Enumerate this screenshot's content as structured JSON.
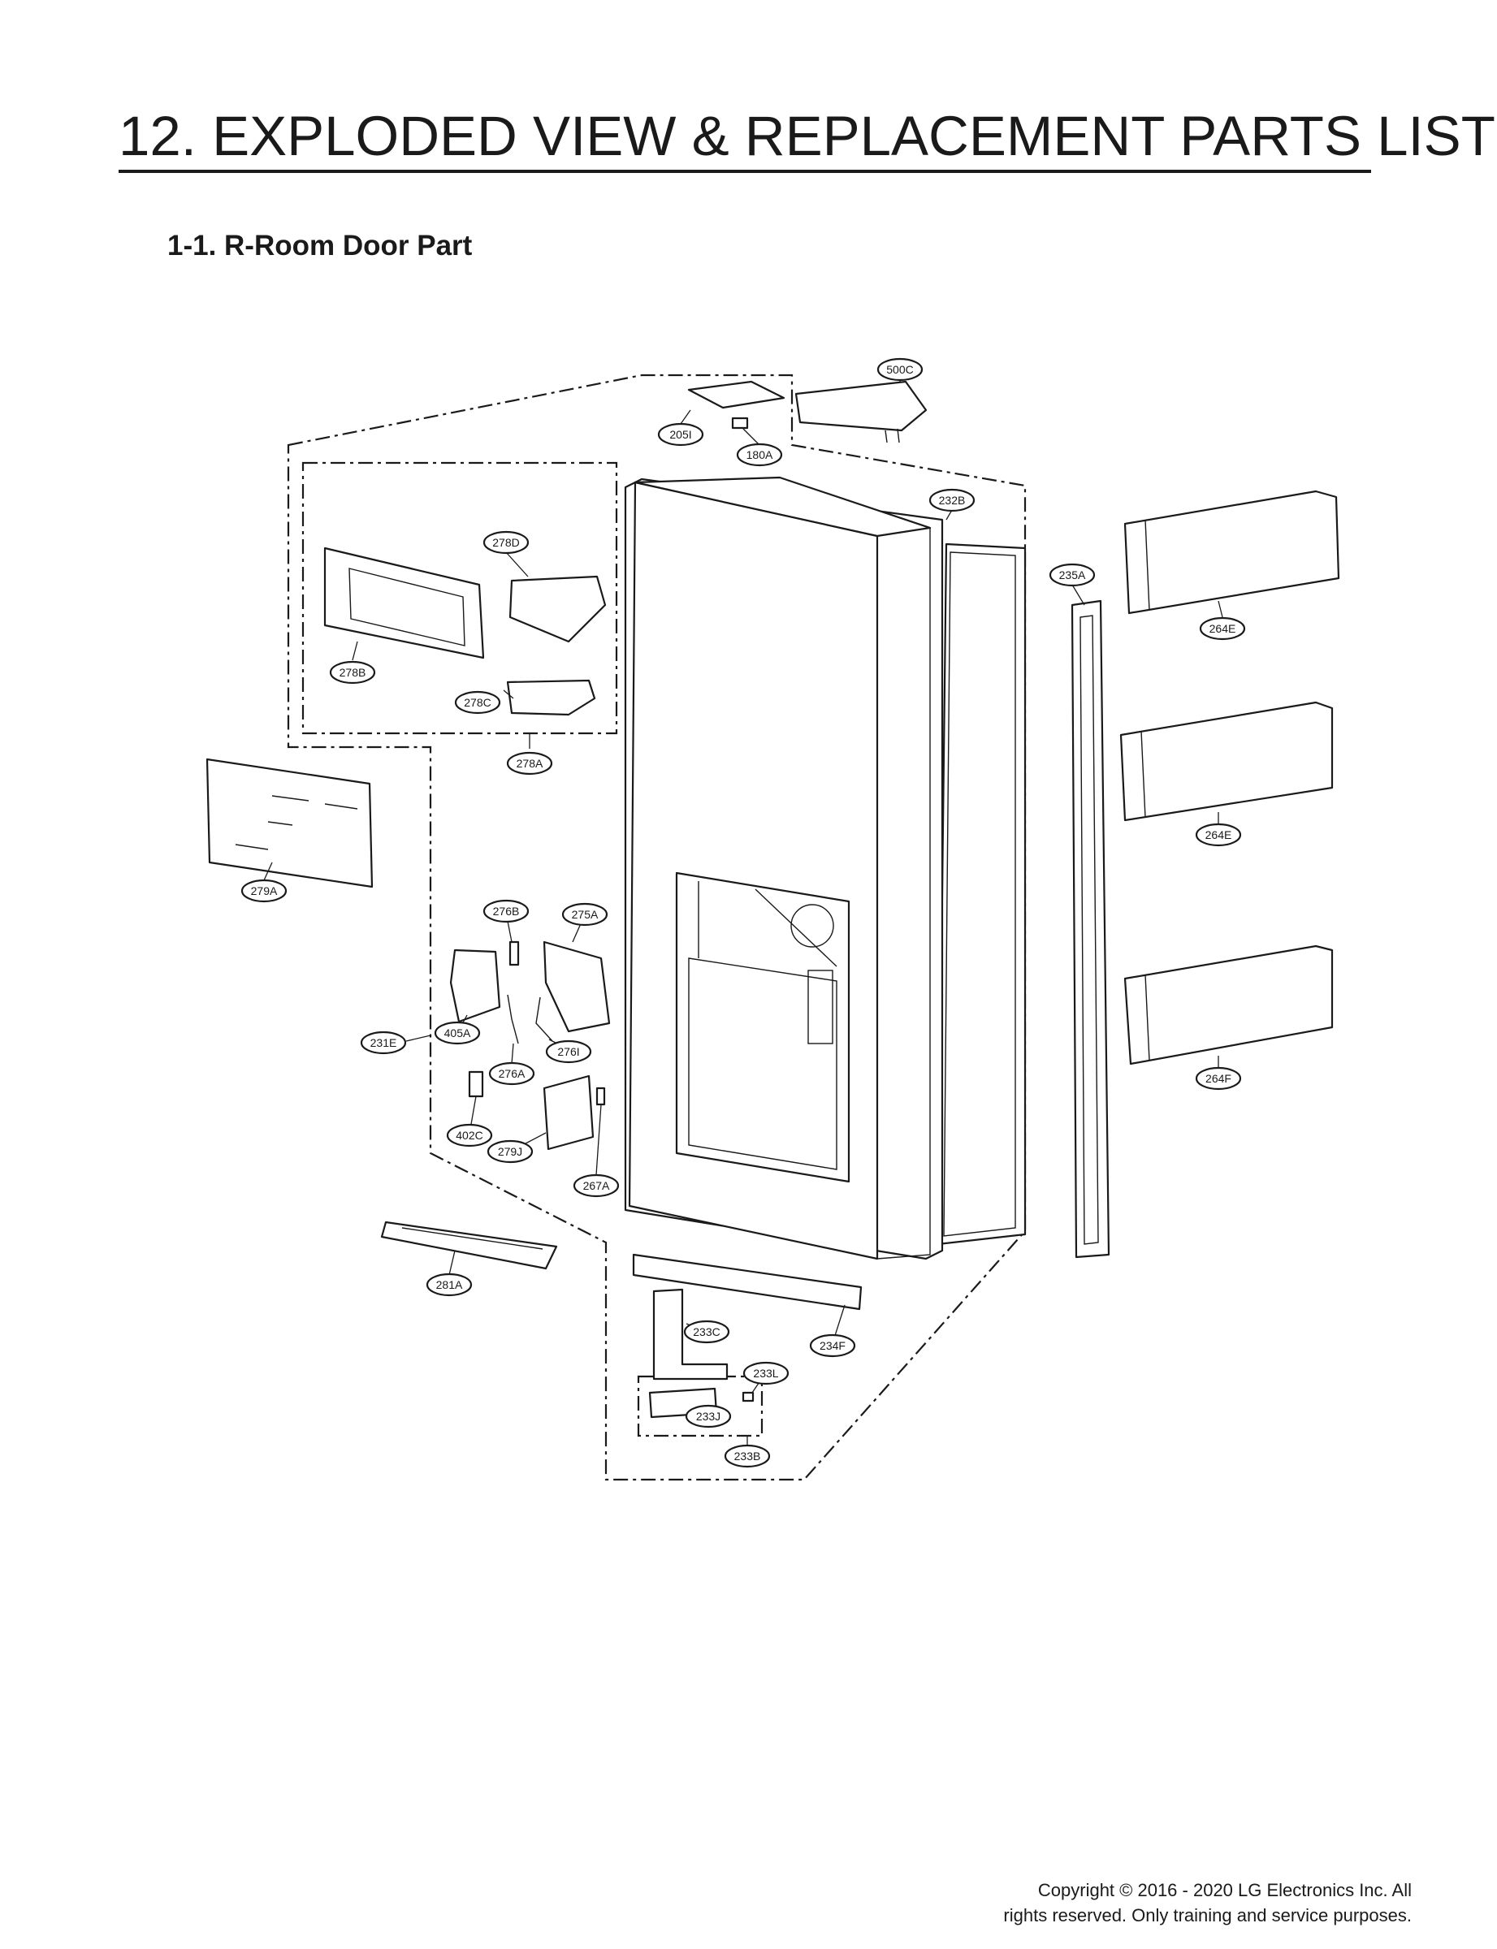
{
  "page": {
    "title": "12. EXPLODED VIEW & REPLACEMENT PARTS LIST",
    "section": "1-1. R-Room Door Part",
    "copyright_line1": "Copyright © 2016 - 2020 LG Electronics Inc. All",
    "copyright_line2": "rights reserved. Only training and service purposes."
  },
  "part_labels": [
    "500C",
    "205I",
    "180A",
    "232B",
    "278D",
    "235A",
    "264E",
    "278B",
    "278C",
    "278A",
    "264E",
    "279A",
    "276B",
    "275A",
    "231E",
    "405A",
    "276I",
    "276A",
    "264F",
    "402C",
    "279J",
    "267A",
    "281A",
    "233C",
    "234F",
    "233L",
    "233J",
    "233B"
  ]
}
